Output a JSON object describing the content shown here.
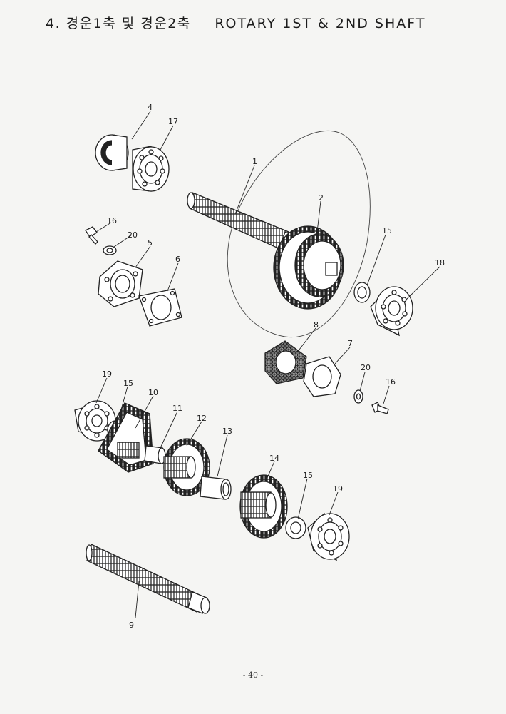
{
  "header": {
    "title_ko": "4. 경운1축 및 경운2축",
    "title_en": "ROTARY 1ST & 2ND SHAFT"
  },
  "callouts": {
    "p1": "1",
    "p2": "2",
    "p4": "4",
    "p5": "5",
    "p6": "6",
    "p7": "7",
    "p8": "8",
    "p9": "9",
    "p10": "10",
    "p11": "11",
    "p12": "12",
    "p13": "13",
    "p14": "14",
    "p15a": "15",
    "p15b": "15",
    "p15c": "15",
    "p16a": "16",
    "p16b": "16",
    "p17": "17",
    "p18": "18",
    "p19a": "19",
    "p19b": "19",
    "p20a": "20",
    "p20b": "20"
  },
  "footer": {
    "page_number": "- 40 -"
  }
}
